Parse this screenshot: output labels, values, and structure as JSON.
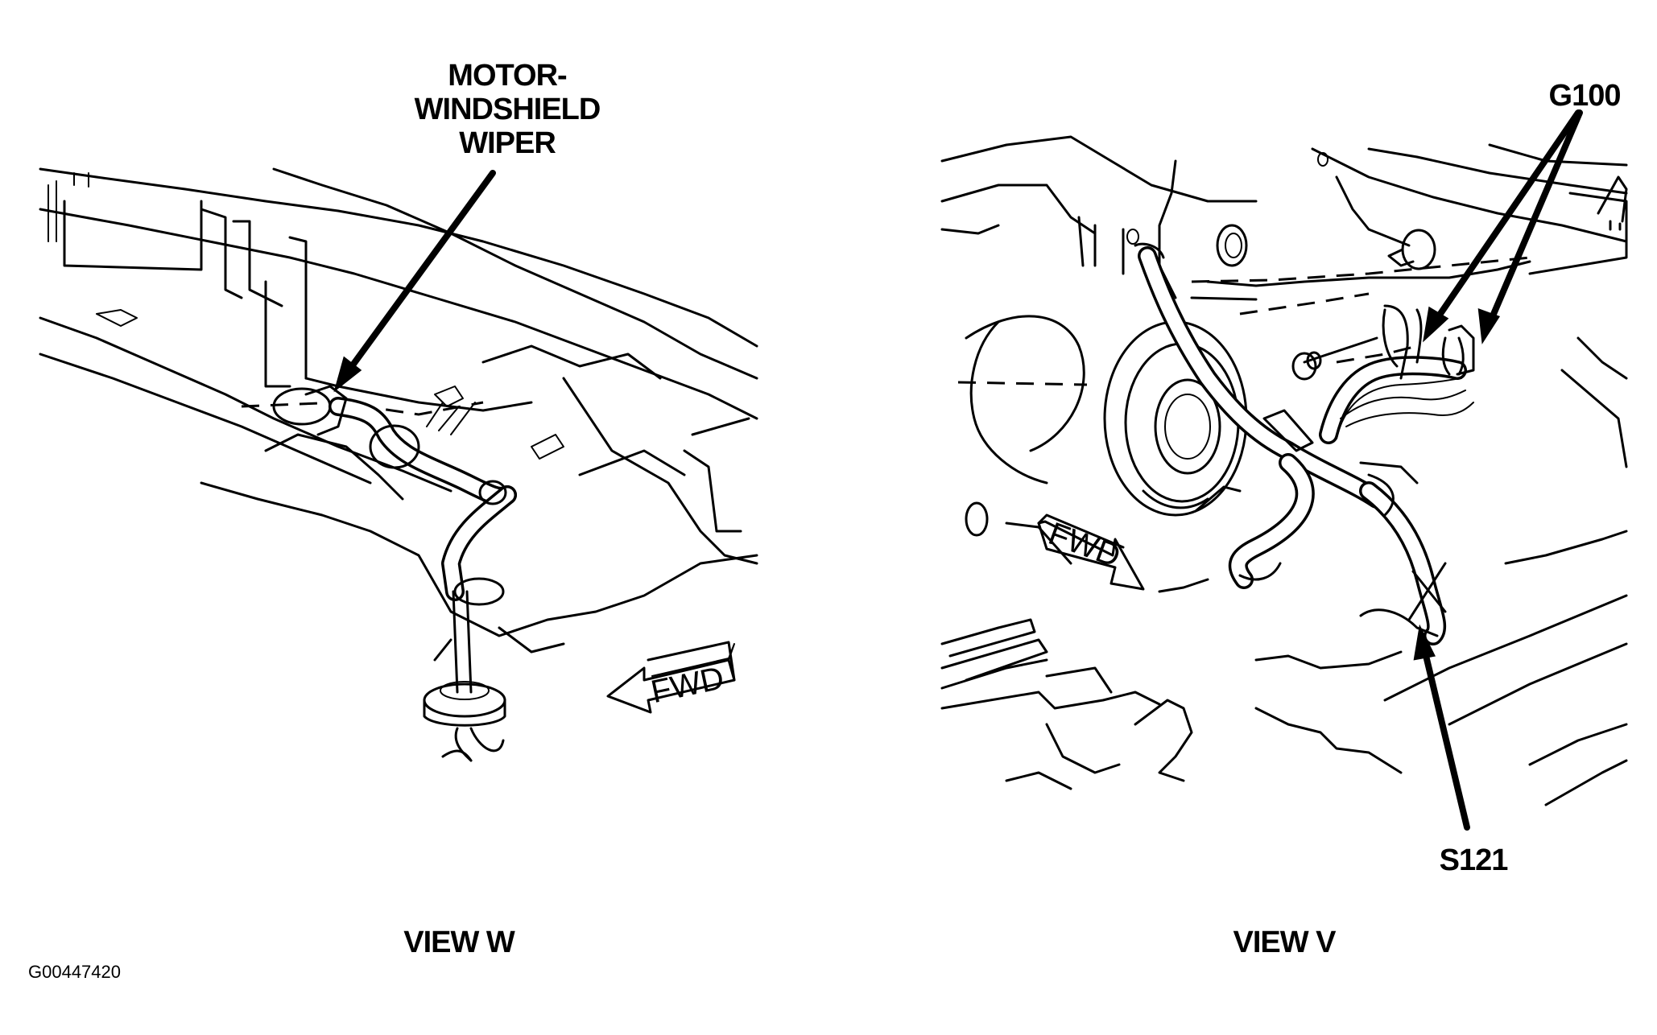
{
  "labels": {
    "motor_windshield_wiper": [
      "MOTOR-",
      "WINDSHIELD",
      "WIPER"
    ],
    "g100": "G100",
    "s121": "S121",
    "view_w": "VIEW W",
    "view_v": "VIEW V",
    "figure_code": "G00447420",
    "fwd_left": "FWD",
    "fwd_right": "FWD"
  }
}
